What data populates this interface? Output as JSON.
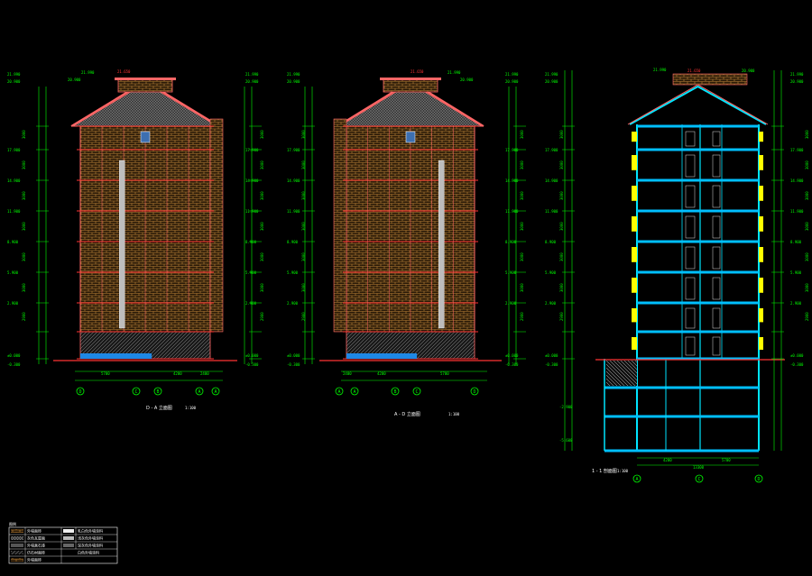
{
  "colors": {
    "background": "#000000",
    "dimension": "#00ff00",
    "level": "#ff3333",
    "brick": "#c58a3a",
    "outline": "#ff6666",
    "roof": "#9a9a9a",
    "section_wall": "#00e5ff",
    "slab": "#00bfff",
    "window": "#e0e0e0",
    "note": "#ffff00",
    "grid_bubble": "#00ff00",
    "legend_box": "#ffffff"
  },
  "drawings": [
    {
      "id": "elevation-1",
      "title": "D - A 立面图",
      "scale": "1:100",
      "axes": [
        "D",
        "C",
        "B",
        "A",
        "A"
      ],
      "top_dims": [
        "21.990",
        "20.900"
      ],
      "roof_label": "21.650",
      "bottom_dims": [
        "5700",
        "4200",
        "2400"
      ]
    },
    {
      "id": "elevation-2",
      "title": "A - D 立面图",
      "scale": "1:100",
      "axes": [
        "A",
        "A",
        "B",
        "C",
        "D"
      ],
      "top_dims": [
        "21.990",
        "20.900"
      ],
      "roof_label": "21.650",
      "bottom_dims": [
        "2400",
        "4200",
        "5700"
      ]
    },
    {
      "id": "section-1",
      "title": "1 - 1 剖面图",
      "scale": "1:100",
      "axes": [
        "A",
        "C",
        "D"
      ],
      "top_dims": [
        "21.990",
        "20.900"
      ],
      "roof_label": "21.650",
      "bottom_dims": [
        "4200",
        "5700"
      ],
      "total_dim": "13300"
    }
  ],
  "levels": [
    "21.990",
    "20.900",
    "17.900",
    "14.900",
    "11.900",
    "8.900",
    "5.900",
    "2.900",
    "±0.000",
    "-0.300"
  ],
  "floor_heights": [
    "3000",
    "3000",
    "3000",
    "3000",
    "3000",
    "3000",
    "2900"
  ],
  "section_basement_levels": [
    "-2.900",
    "-5.600"
  ],
  "legend": {
    "header": "图例",
    "rows": [
      {
        "left": "外墙面砖",
        "right": "乳白色外墙涂料"
      },
      {
        "left": "灰色瓦屋面",
        "right": "浅灰色外墙涂料"
      },
      {
        "left": "外墙真石漆",
        "right": "深灰色外墙涂料"
      },
      {
        "left": "仿石材面砖",
        "right": "白色外墙涂料"
      },
      {
        "left": "外墙面砖",
        "right": ""
      }
    ]
  }
}
